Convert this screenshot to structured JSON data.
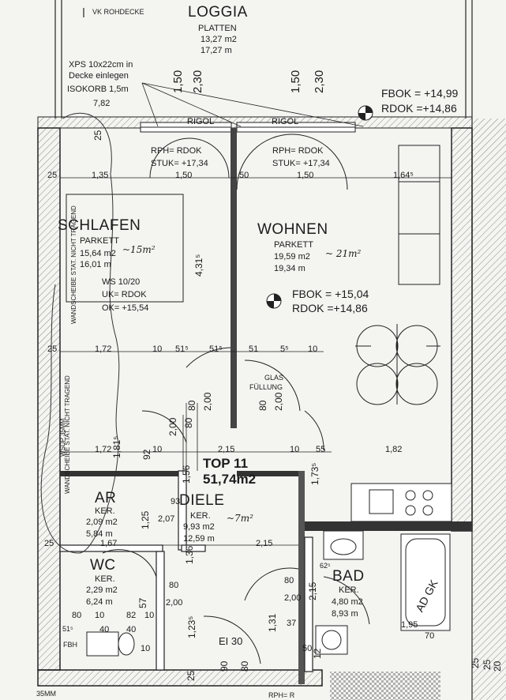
{
  "top": {
    "vk": "VK ROHDECKE",
    "loggia": "LOGGIA",
    "platten": "PLATTEN",
    "loggia_area": "13,27 m2",
    "loggia_perim": "17,27  m",
    "xps_line1": "XPS 10x22cm in",
    "xps_line2": "Decke einlegen",
    "isokorb": "ISOKORB 1,5m",
    "dim_782": "7,82",
    "dim_150_a": "1,50",
    "dim_230_a": "2,30",
    "dim_150_b": "1,50",
    "dim_230_b": "2,30",
    "fbok_top": "FBOK = +14,99",
    "rdok_top": "RDOK =+14,86",
    "rigol_1": "RIGOL",
    "rigol_2": "RIGOL"
  },
  "schlafen": {
    "name": "SCHLAFEN",
    "floor": "PARKETT",
    "area": "15,64 m2",
    "perim": "16,01  m",
    "note": "~15m²",
    "rph": "RPH= RDOK",
    "stuk": "STUK= +17,34",
    "ws": "WS 10/20",
    "uk": "UK= RDOK",
    "ok": "OK= +15,54",
    "wall_left": "WANDSCHEIBE STAT. NICHT TRAGEND"
  },
  "wohnen": {
    "name": "WOHNEN",
    "floor": "PARKETT",
    "area": "19,59 m2",
    "perim": "19,34  m",
    "note": "~ 21m²",
    "rph": "RPH= RDOK",
    "stuk": "STUK= +17,34",
    "fbok": "FBOK = +15,04",
    "rdok": "RDOK =+14,86",
    "glas_1": "GLAS",
    "glas_2": "FÜLLUNG"
  },
  "top_unit": {
    "label": "TOP 11",
    "area": "51,74m2"
  },
  "ar": {
    "name": "AR",
    "floor": "KER.",
    "area": "2,09 m2",
    "perim": "5,84  m",
    "wall": "WANDSCHEIBE STAT. NICHT TRAGEND",
    "wsdp": "WSDP 35MM"
  },
  "diele": {
    "name": "DIELE",
    "floor": "KER.",
    "area": "9,93 m2",
    "perim": "12,59  m",
    "note": "~7m²"
  },
  "wc": {
    "name": "WC",
    "floor": "KER.",
    "area": "2,29 m2",
    "perim": "6,24  m"
  },
  "bad": {
    "name": "BAD",
    "floor": "KER.",
    "area": "4,80 m2",
    "perim": "8,93  m",
    "tub": "AD GK"
  },
  "dims": {
    "d25a": "25",
    "d135": "1,35",
    "d150a": "1,50",
    "d50": "50",
    "d150b": "1,50",
    "d164": "1,64⁵",
    "d25b": "25",
    "d172a": "1,72",
    "d10a": "10",
    "d515a": "51⁵",
    "d515b": "51⁵",
    "d51": "51",
    "d515c": "5⁵",
    "d10b": "10",
    "d431": "4,31⁵",
    "d172b": "1,72",
    "d182": "1,82",
    "d55": "55",
    "d10c": "10",
    "d215": "2,15",
    "d173": "1,73⁵",
    "d156": "1,56",
    "d93": "93",
    "d207": "2,07",
    "d125": "1,25",
    "d136": "1,36",
    "d215b": "2,15",
    "d167": "1,67",
    "d25c": "25",
    "d80a": "80",
    "d200a": "2,00",
    "d80b": "80",
    "d200b": "2,00",
    "d80c": "80",
    "d200c": "2,00",
    "d80d": "80",
    "d200d": "2,00",
    "d57": "57",
    "d10d": "10",
    "d82": "82",
    "d10e": "10",
    "d80e": "80",
    "d40a": "40",
    "d40b": "40",
    "d515d": "51⁵",
    "d123": "1,23⁵",
    "d131": "1,31",
    "d37": "37",
    "d195": "1,95",
    "d70": "70",
    "d12": "12",
    "d25d": "25",
    "d20": "20",
    "d90": "90",
    "d80f": "80",
    "d25e": "25",
    "d25f": "25",
    "d181": "1,81⁵",
    "d92": "92",
    "d10f": "10",
    "d62": "62⁵",
    "d215c": "2,15",
    "d10g": "10",
    "d50b": "50",
    "d80g": "80",
    "d200e": "2,00",
    "ei30": "EI 30",
    "fbh": "FBH",
    "bottom_wsdp": "35MM",
    "d25g": "25",
    "rph_bot": "RPH= R"
  },
  "colors": {
    "line": "#222222",
    "bg": "#f4f4f1",
    "hatch": "#777777"
  }
}
